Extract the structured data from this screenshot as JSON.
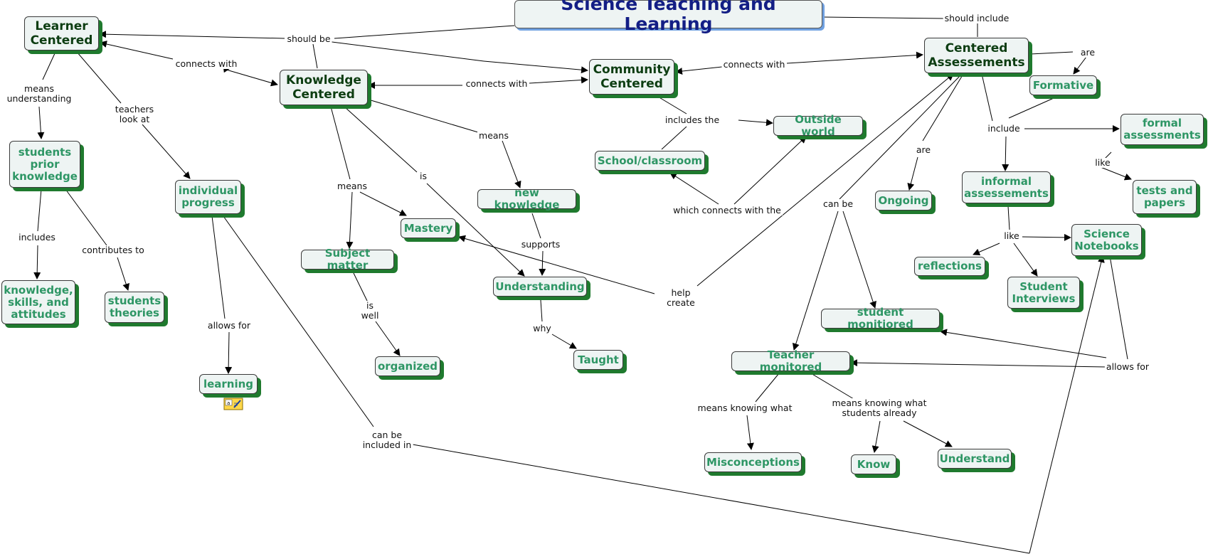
{
  "title": "Science Teaching and Learning",
  "nodes": {
    "learner_centered": "Learner\nCentered",
    "knowledge_centered": "Knowledge\nCentered",
    "community_centered": "Community\nCentered",
    "centered_assessements": "Centered\nAssessements",
    "formative": "Formative",
    "formal_assessments": "formal\nassessments",
    "tests_and_papers": "tests and\npapers",
    "informal_assessements": "informal\nassessements",
    "science_notebooks": "Science\nNotebooks",
    "reflections": "reflections",
    "student_interviews": "Student\nInterviews",
    "ongoing": "Ongoing",
    "outside_world": "Outside world",
    "school_classroom": "School/classroom",
    "new_knowledge": "new knowledge",
    "mastery": "Mastery",
    "subject_matter": "Subject matter",
    "understanding": "Understanding",
    "organized": "organized",
    "taught": "Taught",
    "students_prior_knowledge": "students\nprior\nknowledge",
    "knowledge_skills_attitudes": "knowledge,\nskills, and\nattitudes",
    "students_theories": "students\ntheories",
    "individual_progress": "individual\nprogress",
    "learning": "learning",
    "student_monitiored": "student monitiored",
    "teacher_monitored": "Teacher monitored",
    "misconceptions": "Misconceptions",
    "know": "Know",
    "understand": "Understand"
  },
  "labels": {
    "should_be": "should be",
    "should_include": "should include",
    "connects_with_1": "connects with",
    "connects_with_2": "connects with",
    "connects_with_3": "connects with",
    "means_understanding": "means\nunderstanding",
    "teachers_look_at": "teachers\nlook at",
    "includes": "includes",
    "contributes_to": "contributes to",
    "allows_for_1": "allows for",
    "can_be_included_in": "can be\nincluded in",
    "means_1": "means",
    "is_1": "is",
    "means_2": "means",
    "supports": "supports",
    "is_well": "is\nwell",
    "why": "why",
    "help_create": "help\ncreate",
    "includes_the": "includes the",
    "which_connects_with_the": "which connects with the",
    "are_1": "are",
    "are_2": "are",
    "include": "include",
    "like_1": "like",
    "like_2": "like",
    "can_be": "can be",
    "allows_for_2": "allows for",
    "means_knowing_what": "means knowing what",
    "means_knowing_what_students_already": "means knowing what\nstudents already"
  },
  "colors": {
    "title_text": "#131e85",
    "main_node_text": "#0d3d12",
    "node_text": "#2e9665",
    "node_fill": "#eef4f3",
    "node_shadow": "#1f7a2e"
  },
  "icons": {
    "resource": "note-icon"
  }
}
